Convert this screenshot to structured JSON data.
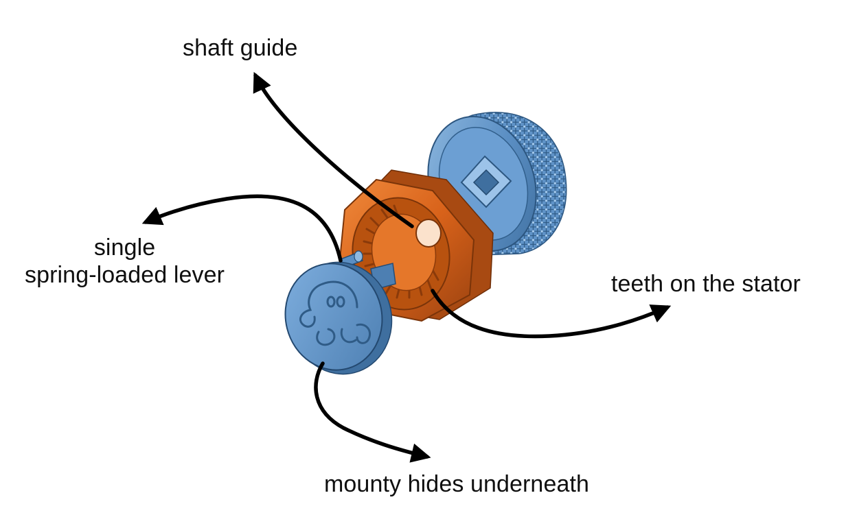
{
  "labels": {
    "shaft_guide": "shaft guide",
    "lever_line1": "single",
    "lever_line2": "spring-loaded lever",
    "teeth": "teeth on the stator",
    "mounty": "mounty hides underneath"
  },
  "colors": {
    "background": "#ffffff",
    "arrow": "#000000",
    "stator_orange": "#d8621a",
    "knob_blue": "#5b8fc4",
    "text": "#0f0f0f"
  },
  "icons": {
    "knob": "knurled-knob-icon",
    "stator": "hex-stator-icon",
    "disc": "mounty-disc-icon"
  }
}
